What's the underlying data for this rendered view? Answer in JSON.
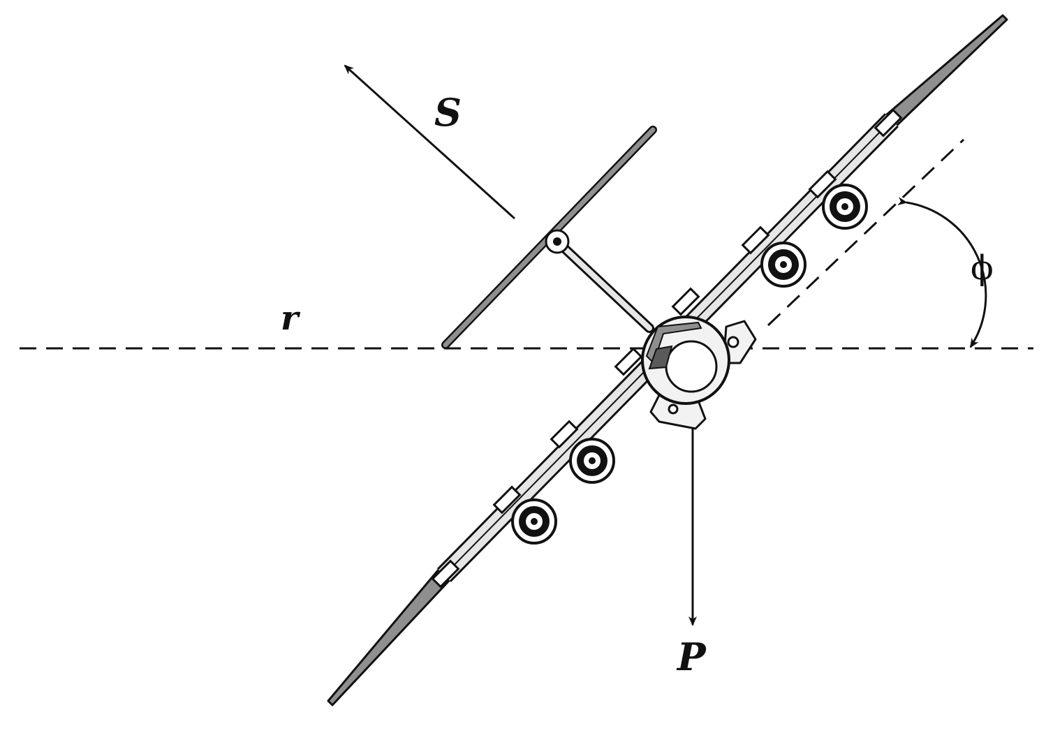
{
  "labels": {
    "sun_vector": "S",
    "reference_axis": "r",
    "angle": "ϕ",
    "power_vector": "P"
  },
  "colors": {
    "ink": "#111111",
    "blade": "#8f8f8f",
    "boom": "#e6e6e6",
    "body": "#f2f2f2"
  },
  "icons": {
    "spacecraft": "solar-sail-spacecraft-icon",
    "vectors": "arrow-icon"
  }
}
